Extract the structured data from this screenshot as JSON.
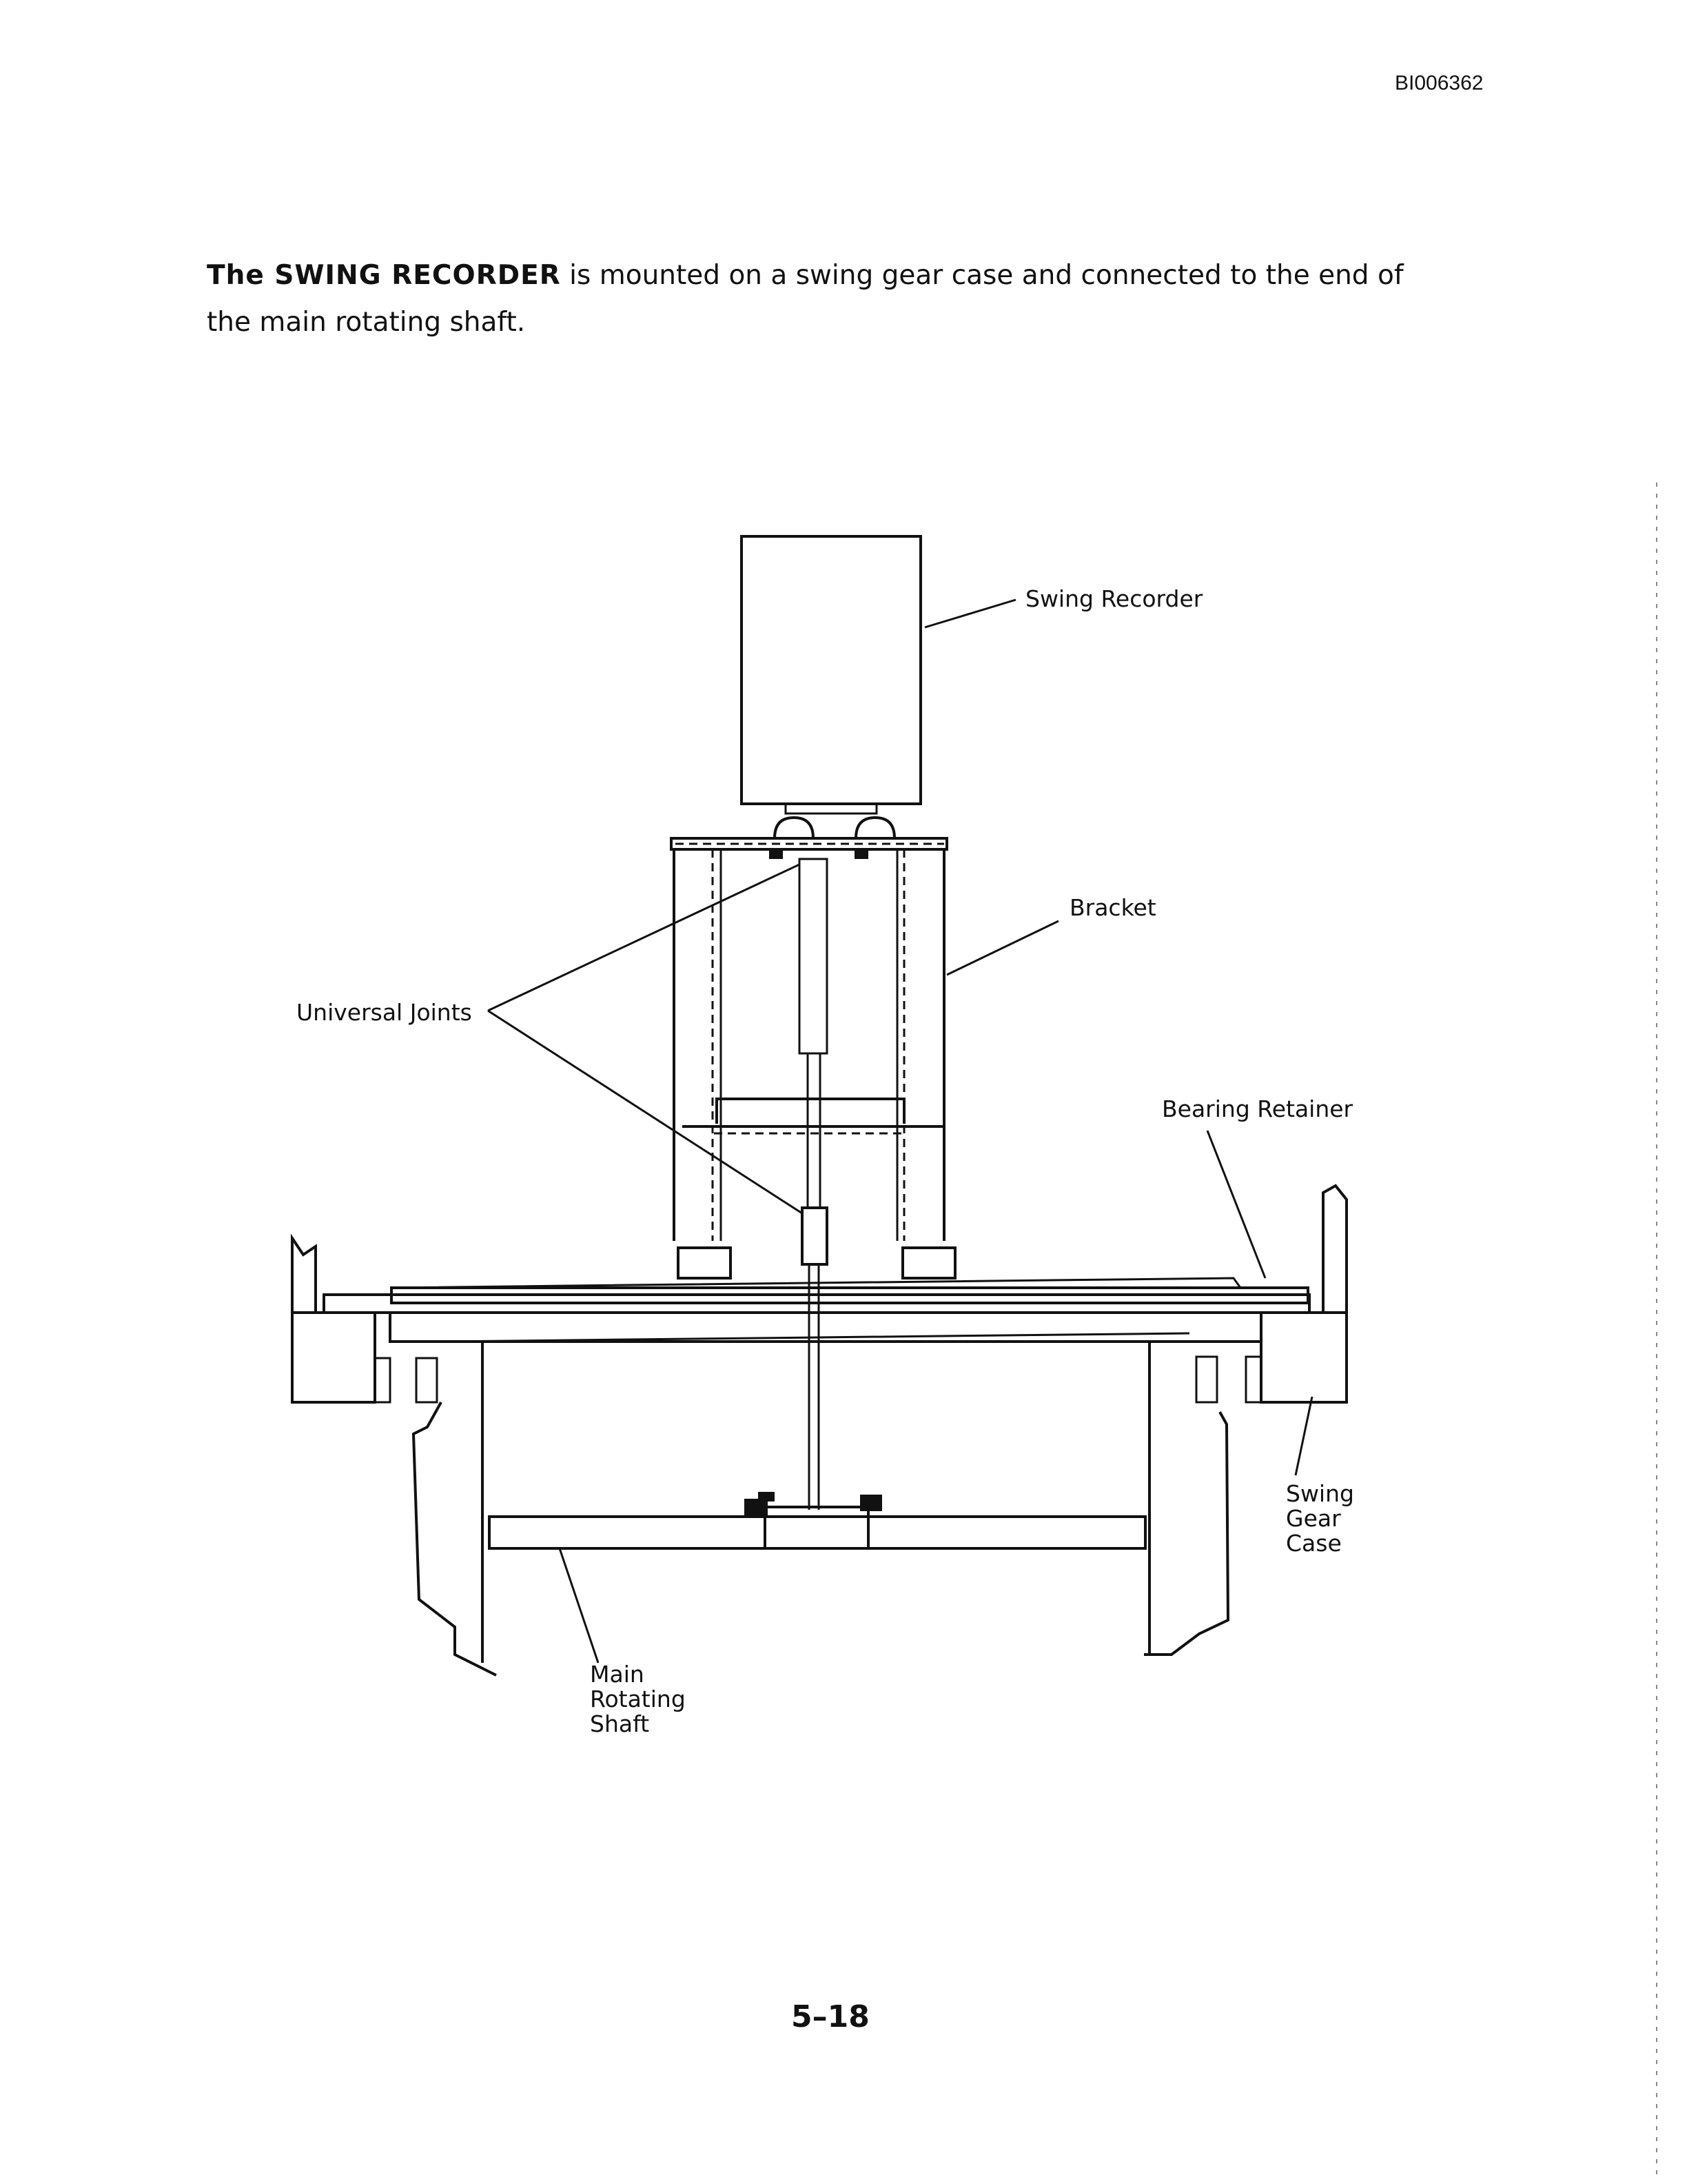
{
  "header": {
    "doc_id": "BI006362"
  },
  "intro": {
    "lead_bold": "The SWING RECORDER",
    "text": " is mounted on a swing gear case and connected to the end of the main rotating shaft."
  },
  "figure": {
    "labels": {
      "swing_recorder": "Swing Recorder",
      "bracket": "Bracket",
      "universal_joints": "Universal Joints",
      "bearing_retainer": "Bearing Retainer",
      "swing_gear_case": [
        "Swing",
        "Gear",
        "Case"
      ],
      "main_rotating_shaft": [
        "Main",
        "Rotating",
        "Shaft"
      ]
    }
  },
  "footer": {
    "page_number": "5–18"
  }
}
